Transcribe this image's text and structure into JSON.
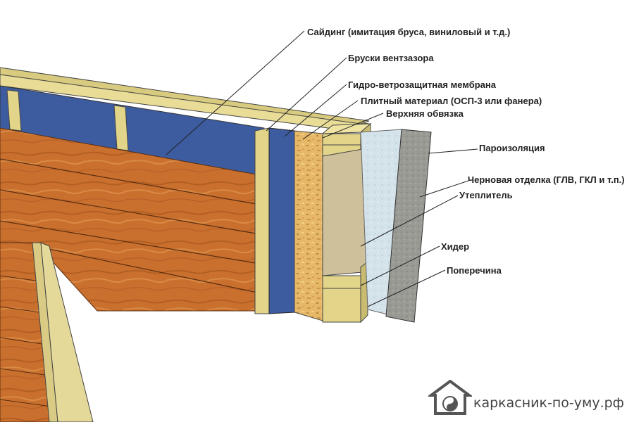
{
  "labels": {
    "siding": "Сайдинг (имитация бруса, виниловый и т.д.)",
    "battens": "Бруски вентзазора",
    "membrane": "Гидро-ветрозащитная мембрана",
    "sheathing": "Плитный материал (ОСП-3 или фанера)",
    "top_plate": "Верхняя обвязка",
    "vapor_barrier": "Пароизоляция",
    "rough_finish": "Черновая отделка (ГЛВ, ГКЛ и т.п.)",
    "insulation": "Утеплитель",
    "header": "Хидер",
    "crossbar": "Поперечина"
  },
  "watermark": {
    "text": "каркасник-по-уму.рф",
    "icon": "house-yin-yang-icon"
  },
  "colors": {
    "siding": "#c9702e",
    "membrane": "#3d5ca0",
    "timber": "#e2d58a",
    "osb": "#e6b868",
    "insulation": "#cfc09c",
    "vapor_barrier": "#d4e2ea",
    "rough_finish": "#9a9a94"
  }
}
